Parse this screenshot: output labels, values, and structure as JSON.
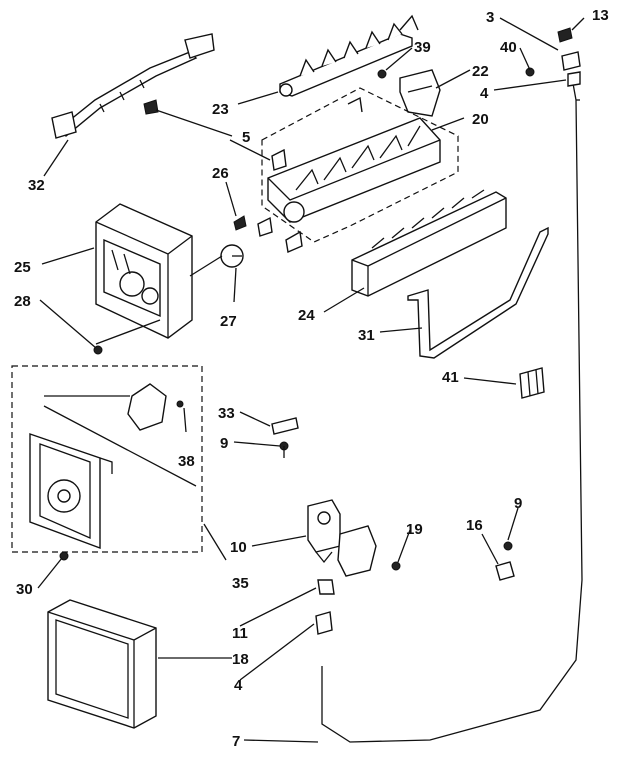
{
  "callouts": {
    "c13": "13",
    "c3": "3",
    "c40": "40",
    "c39": "39",
    "c22": "22",
    "c4a": "4",
    "c5": "5",
    "c23": "23",
    "c20": "20",
    "c32": "32",
    "c26": "26",
    "c25": "25",
    "c27": "27",
    "c24": "24",
    "c28": "28",
    "c31": "31",
    "c41": "41",
    "c33": "33",
    "c9a": "9",
    "c38": "38",
    "c9b": "9",
    "c16": "16",
    "c19": "19",
    "c10": "10",
    "c30": "30",
    "c35": "35",
    "c11": "11",
    "c18": "18",
    "c4b": "4",
    "c7": "7"
  }
}
